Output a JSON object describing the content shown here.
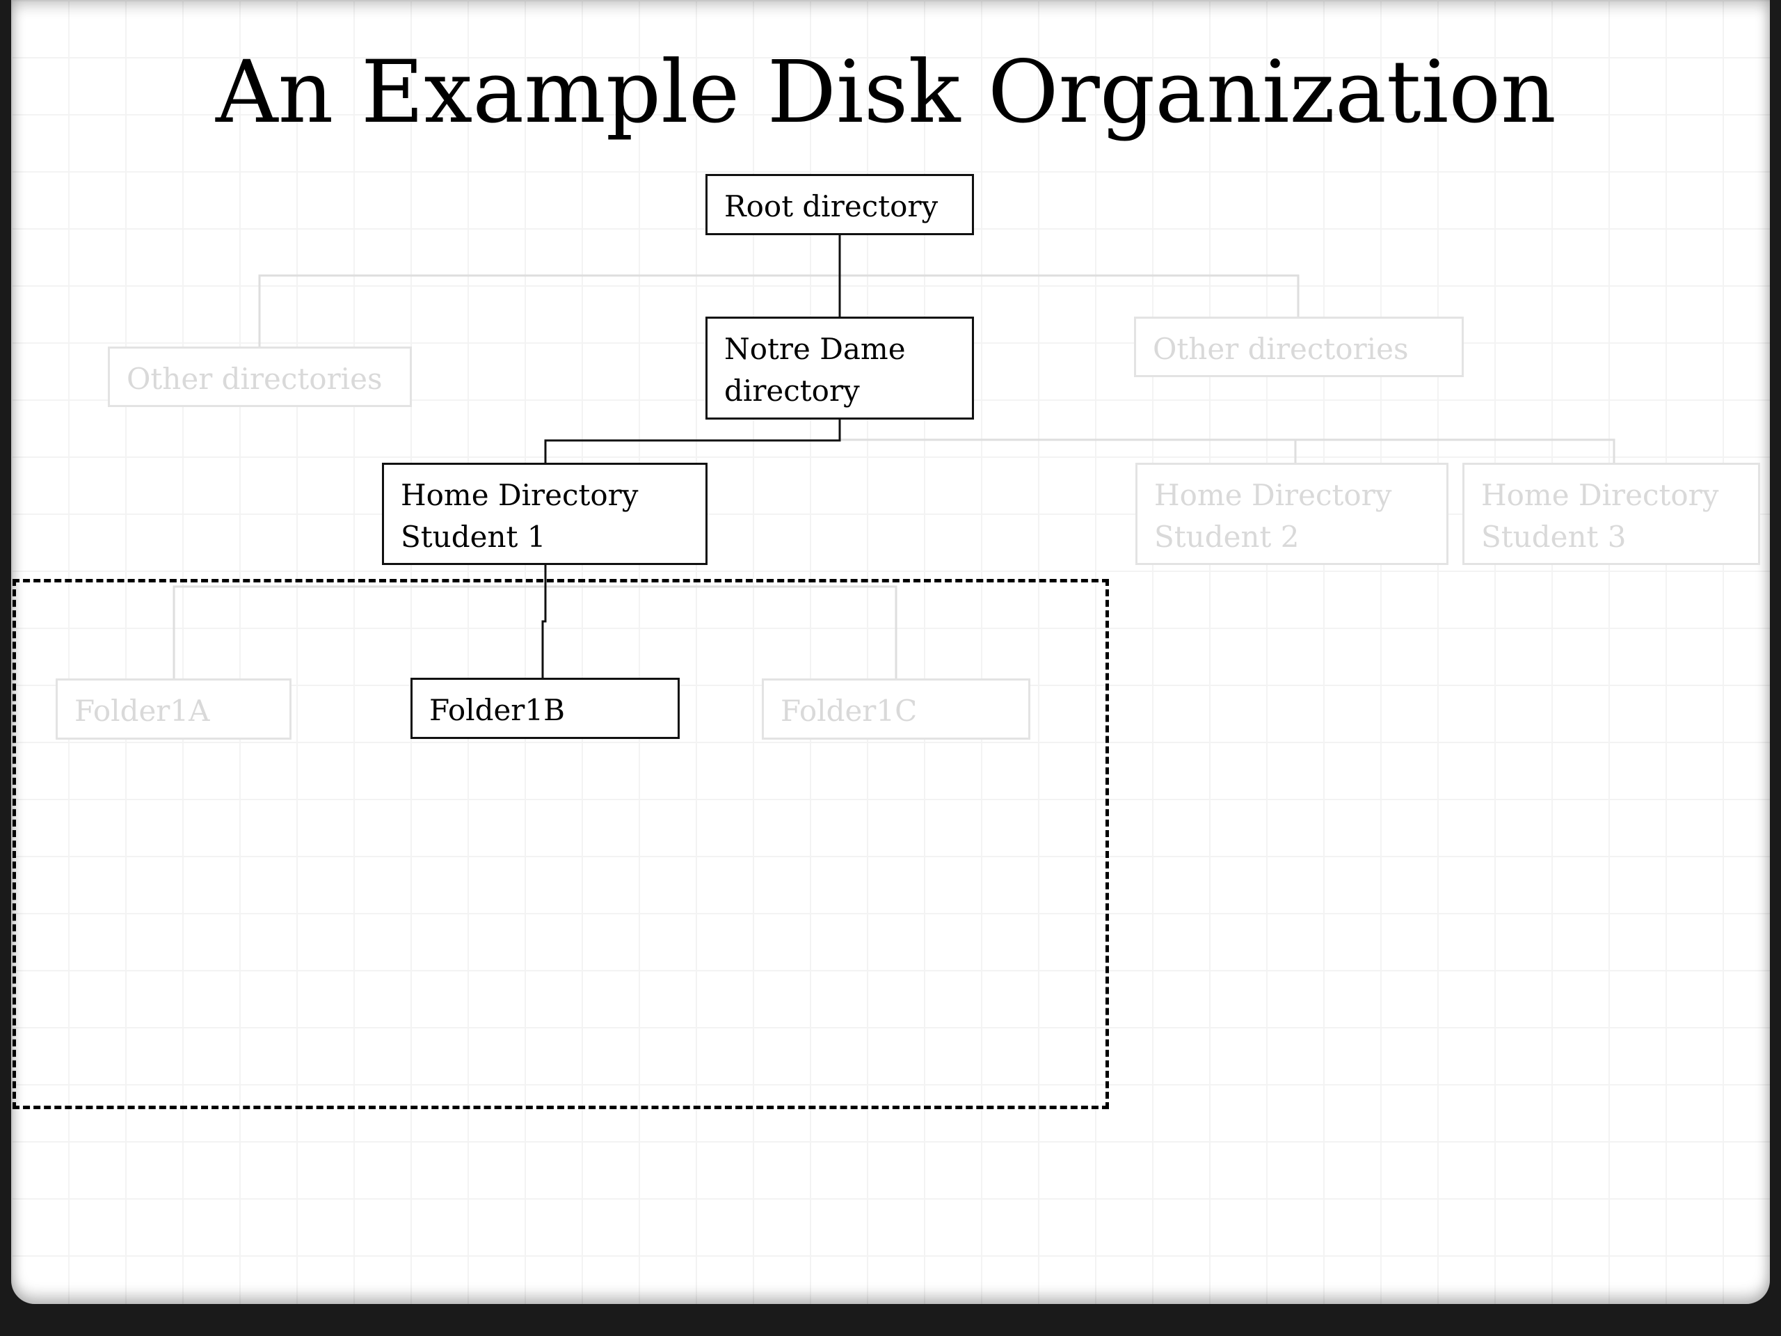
{
  "slide": {
    "title": "An Example Disk Organization"
  },
  "tree": {
    "root": {
      "label": "Root directory"
    },
    "notre_dame": {
      "line1": "Notre Dame",
      "line2": "directory"
    },
    "other_left": {
      "label": "Other directories"
    },
    "other_right": {
      "label": "Other directories"
    },
    "home1": {
      "line1": "Home Directory",
      "line2": "Student 1"
    },
    "home2": {
      "line1": "Home Directory",
      "line2": "Student 2"
    },
    "home3": {
      "line1": "Home Directory",
      "line2": "Student 3"
    },
    "folder1a": {
      "label": "Folder1A"
    },
    "folder1b": {
      "label": "Folder1B"
    },
    "folder1c": {
      "label": "Folder1C"
    }
  },
  "colors": {
    "active": "#111111",
    "faded": "#d9d9d9",
    "highlight_box": "#000000"
  }
}
